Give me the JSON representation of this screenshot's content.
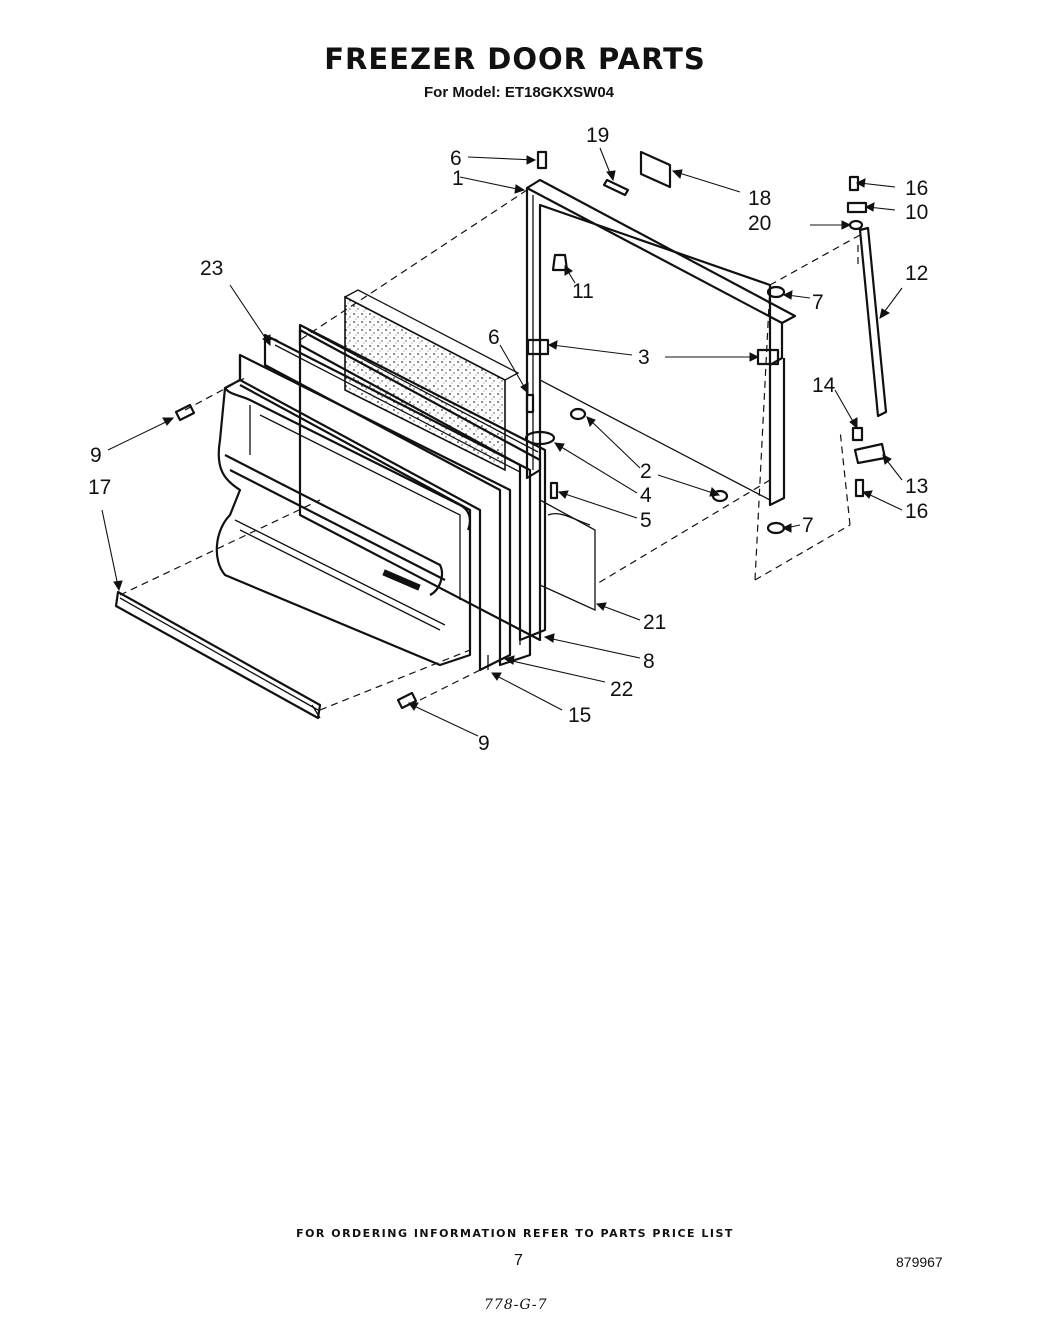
{
  "header": {
    "title": "FREEZER DOOR PARTS",
    "model": "For Model: ET18GKXSW04"
  },
  "callouts": [
    "6",
    "1",
    "19",
    "18",
    "20",
    "16",
    "10",
    "12",
    "7",
    "11",
    "23",
    "6",
    "3",
    "14",
    "9",
    "2",
    "4",
    "5",
    "13",
    "16",
    "17",
    "7",
    "21",
    "8",
    "22",
    "15",
    "9"
  ],
  "footer": {
    "ordering_note": "FOR ORDERING INFORMATION REFER TO PARTS PRICE LIST",
    "page_number": "7",
    "document_code": "879967",
    "handwritten_note": "778-G-7"
  }
}
